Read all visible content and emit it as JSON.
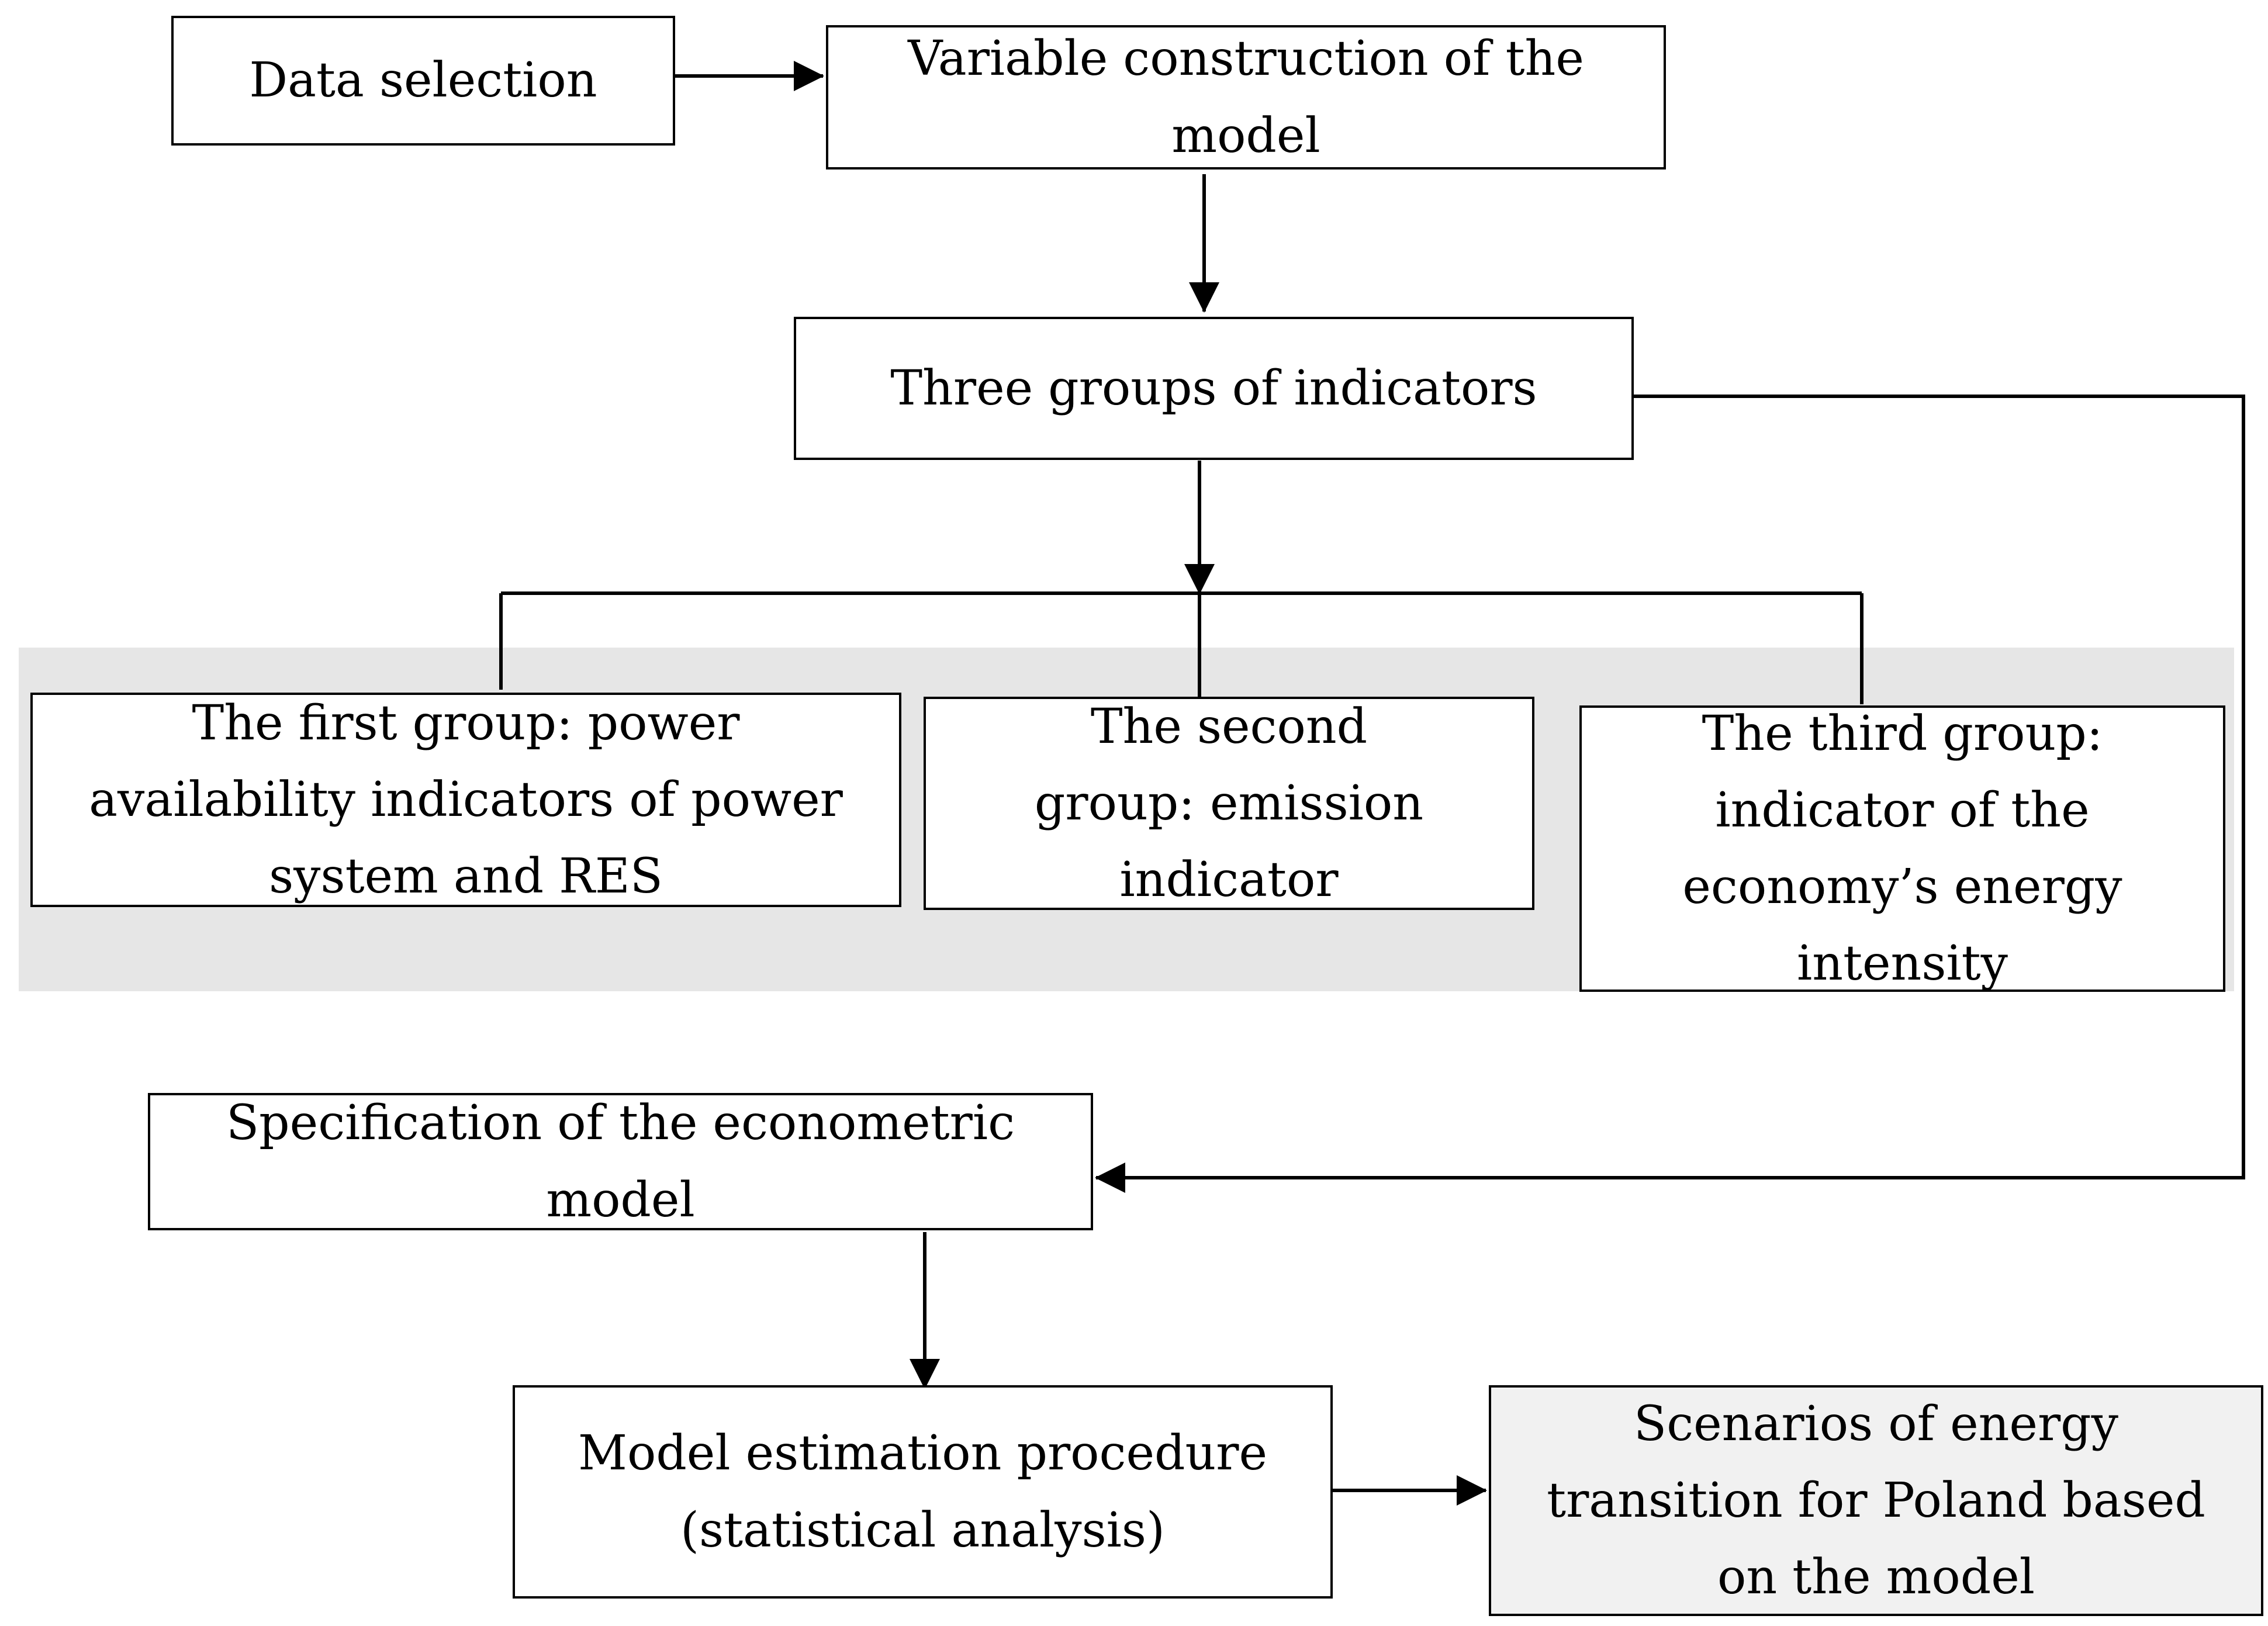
{
  "nodes": {
    "data_selection": "Data selection",
    "variable_construction": "Variable construction of the model",
    "three_groups": "Three groups of indicators",
    "first_group": "The first group: power availability indicators of power system and RES",
    "second_group": "The second group: emission indicator",
    "third_group": "The third group: indicator of the economy’s energy intensity",
    "specification": "Specification of the econometric model",
    "estimation": "Model estimation procedure (statistical analysis)",
    "scenarios": "Scenarios of energy transition for Poland based on the model"
  },
  "colors": {
    "line": "#000000",
    "box_fill": "#ffffff",
    "group_band": "#e6e6e6",
    "scenario_fill": "#f1f1f1"
  }
}
